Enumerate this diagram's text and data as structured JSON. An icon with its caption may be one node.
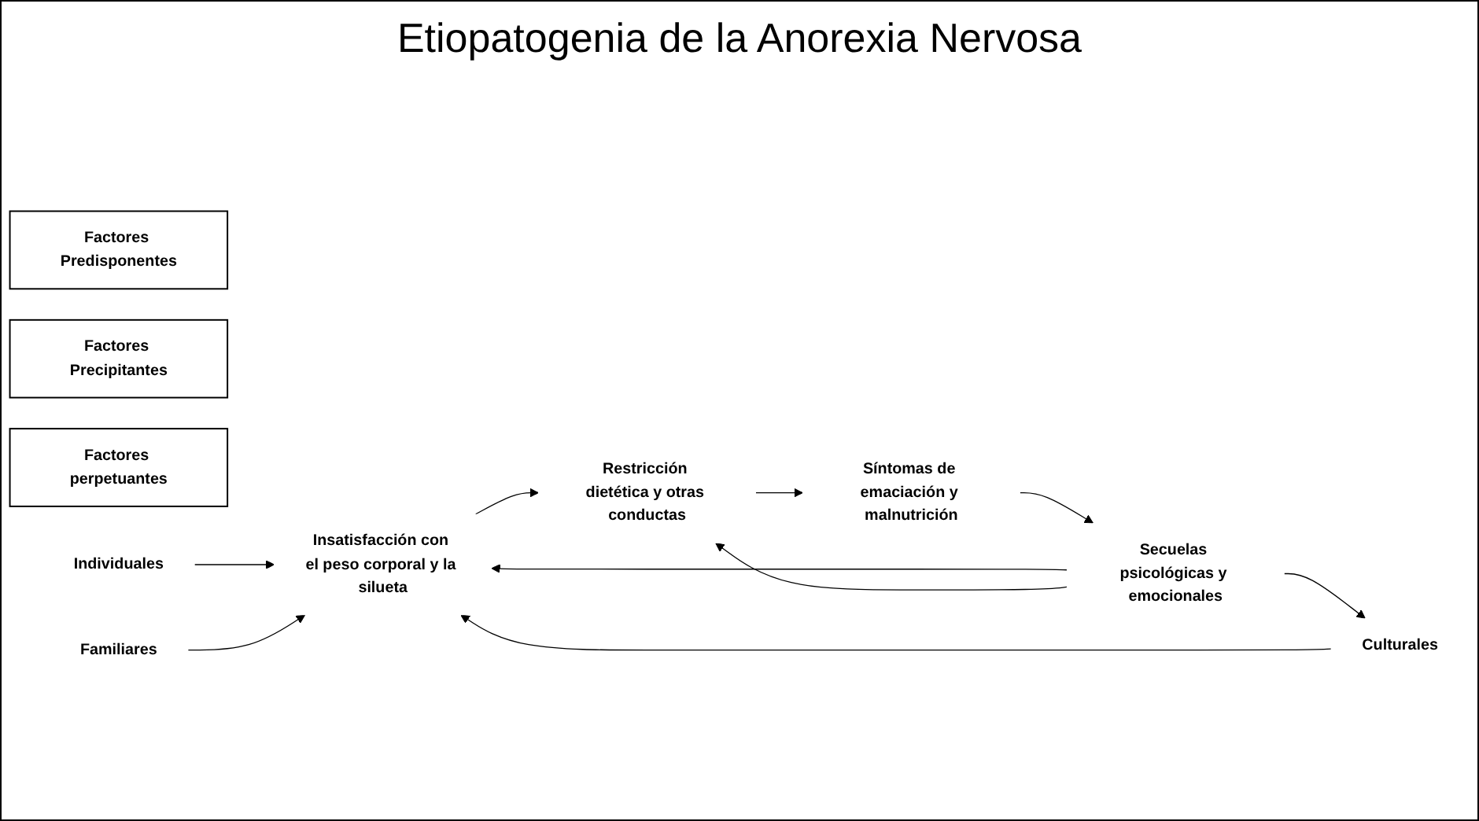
{
  "diagram": {
    "title": "Etiopatogenia de la Anorexia Nervosa",
    "nodes": [
      {
        "text": [
          "Factores Predisponentes"
        ]
      },
      {
        "text": [
          "Factores Precipitantes"
        ]
      },
      {
        "text": [
          "Factores perpetuantes"
        ]
      },
      {
        "text": [
          "Individuales"
        ]
      },
      {
        "text": [
          "Familiares"
        ]
      },
      {
        "text": [
          "Culturales"
        ]
      },
      {
        "text": [
          "Insatisfacción con el peso corporal y la silueta"
        ]
      },
      {
        "text": [
          "Restricción dietética y otras conductas"
        ]
      },
      {
        "text": [
          "Síntomas de emaciación y malnutrición"
        ]
      },
      {
        "text": [
          "Secuelas psicológicas y emocionales"
        ]
      }
    ],
    "edges": [
      {
        "from": 3,
        "to": 6,
        "arrow": "to"
      },
      {
        "from": 4,
        "to": 6,
        "arrow": "to"
      },
      {
        "from": 5,
        "to": 6,
        "arrow": "to"
      },
      {
        "from": 6,
        "to": 7,
        "arrow": "to"
      },
      {
        "from": 7,
        "to": 8,
        "arrow": "to"
      },
      {
        "from": 8,
        "to": 9,
        "arrow": "to"
      },
      {
        "from": 9,
        "to": 5,
        "arrow": "to"
      },
      {
        "from": 9,
        "to": 6,
        "arrow": "to"
      },
      {
        "from": 9,
        "to": 7,
        "arrow": "to"
      }
    ]
  }
}
